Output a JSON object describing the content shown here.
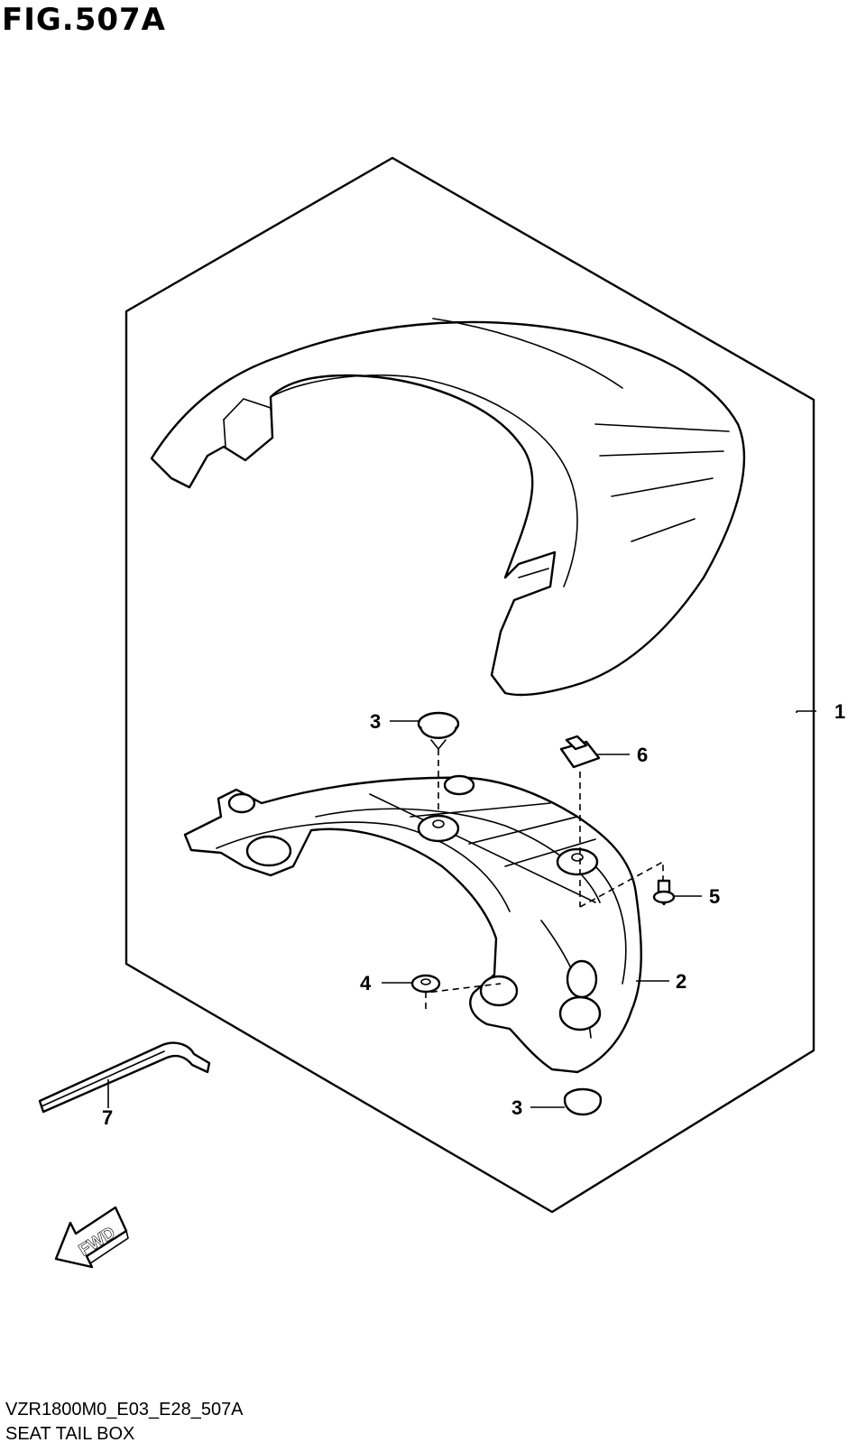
{
  "figure": {
    "title": "FIG.507A"
  },
  "callouts": {
    "c1": "1",
    "c2": "2",
    "c3_top": "3",
    "c3_bottom": "3",
    "c4": "4",
    "c5": "5",
    "c6": "6",
    "c7": "7"
  },
  "fwd_label": "FWD",
  "footer": {
    "code": "VZR1800M0_E03_E28_507A",
    "name": "SEAT TAIL BOX"
  }
}
